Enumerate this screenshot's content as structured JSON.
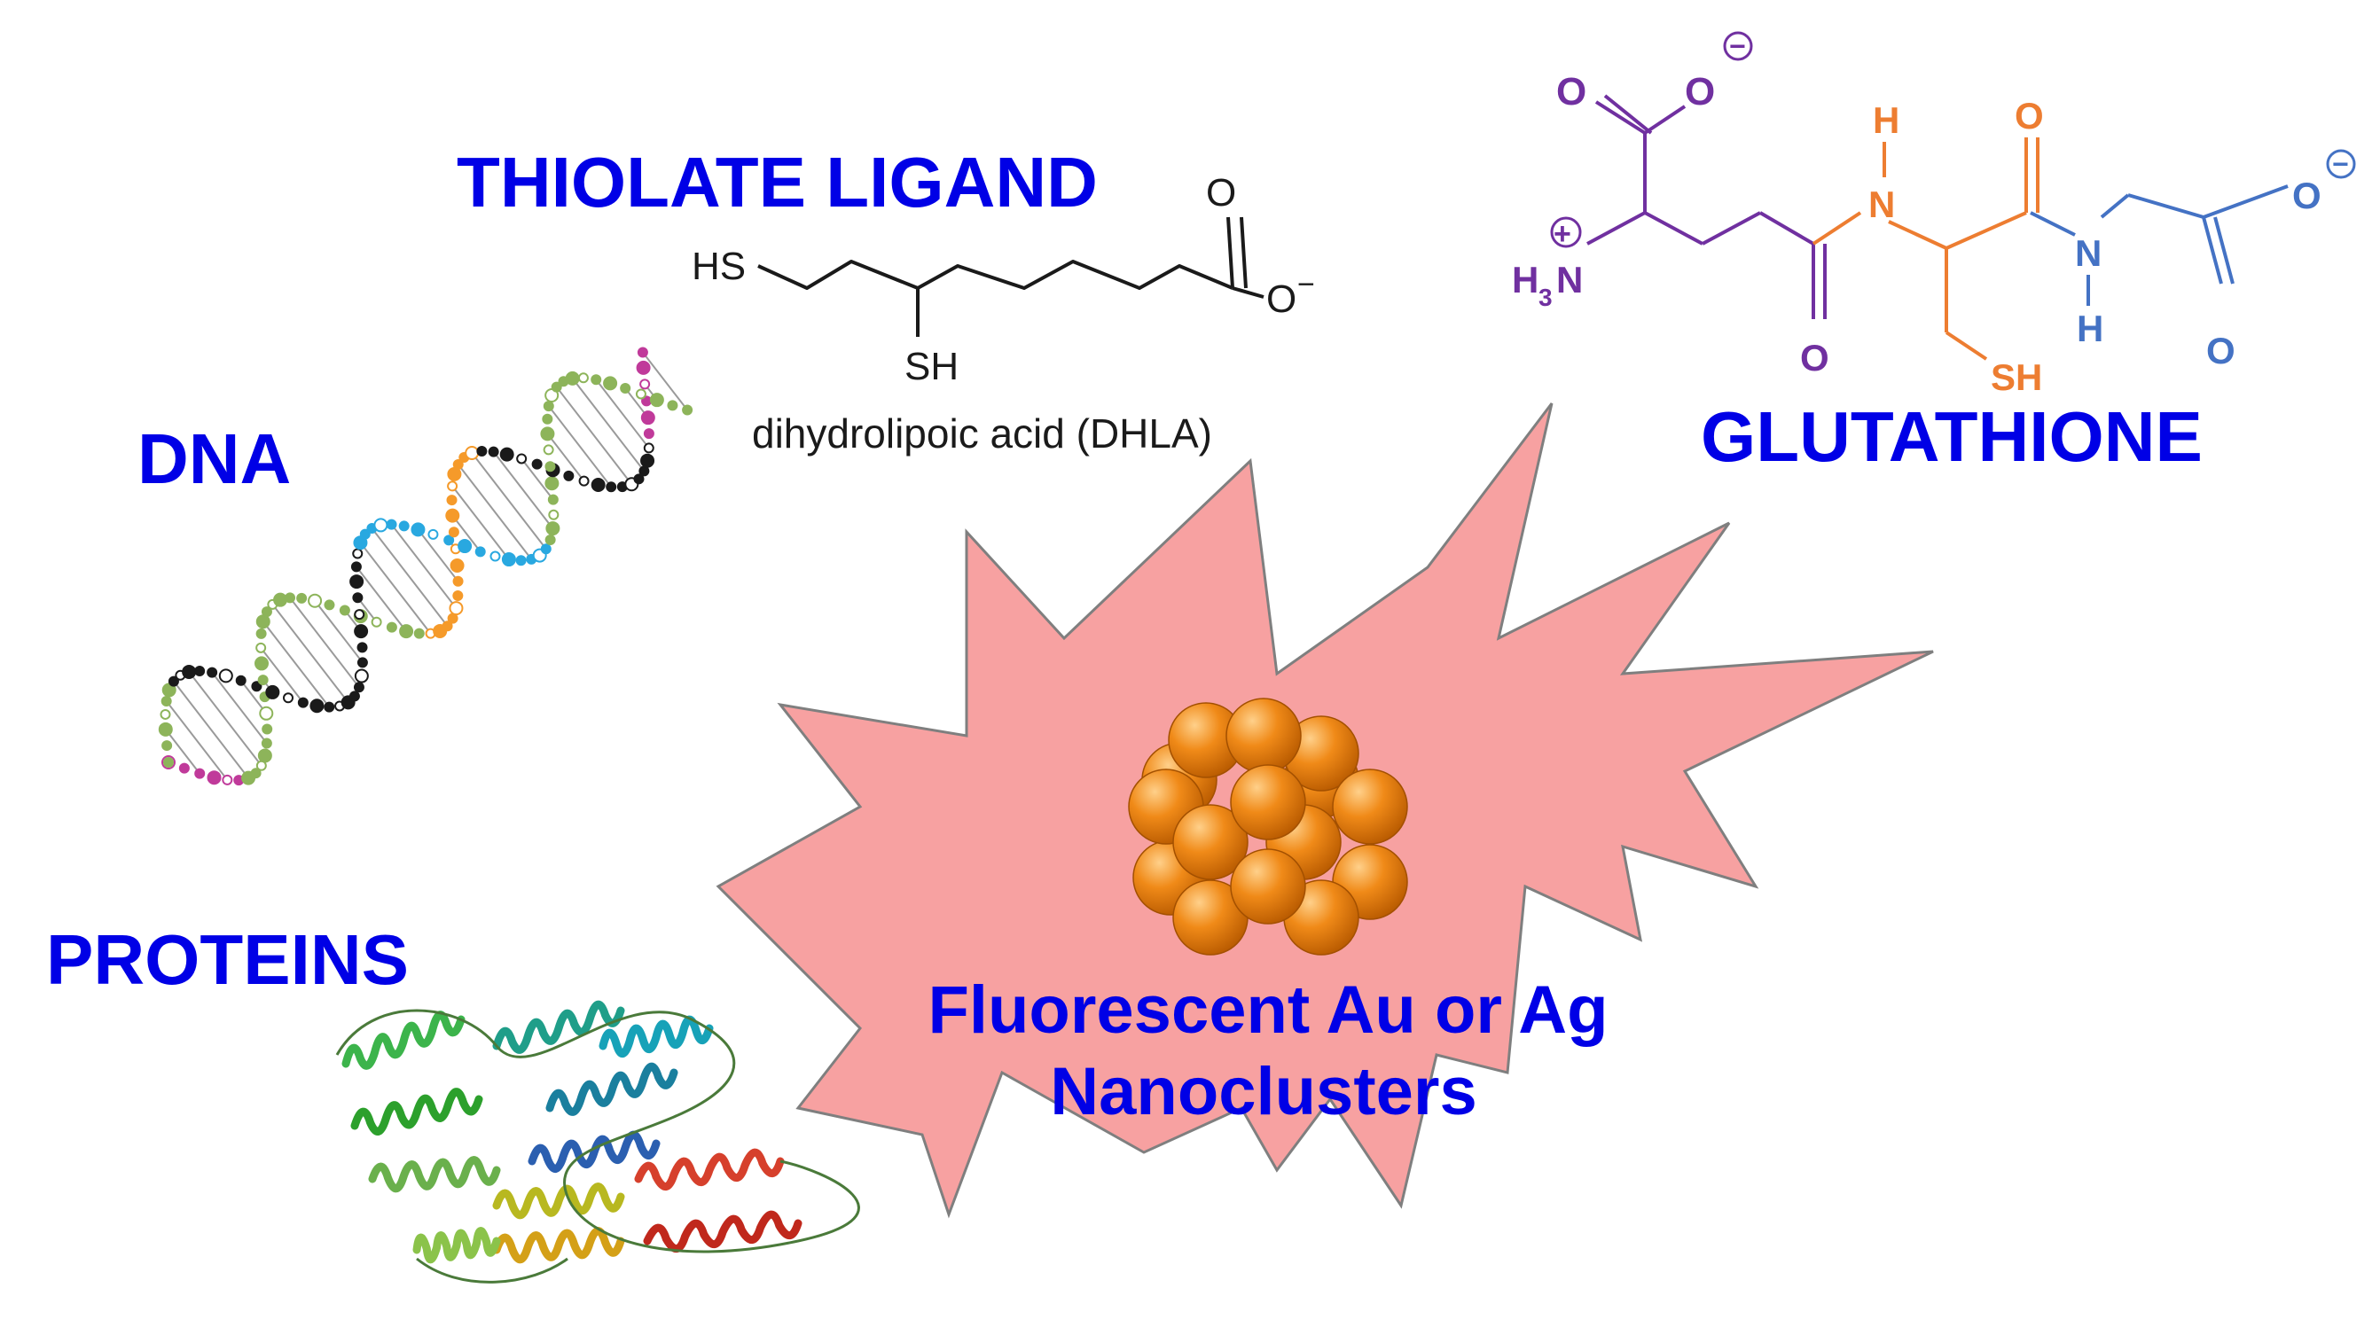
{
  "colors": {
    "label_blue": "#0000e6",
    "starburst_fill": "#f7a1a1",
    "starburst_stroke": "#7f7f7f",
    "gold_sphere": "#f08a18",
    "glu_purple": "#7030a0",
    "cys_orange": "#ed7d31",
    "gly_blue": "#4472c4",
    "dna_green": "#8db45a",
    "dna_orange": "#f59a2a",
    "dna_cyan": "#29a8e0",
    "dna_magenta": "#c03a9a"
  },
  "labels": {
    "thiolate": "THIOLATE LIGAND",
    "dna": "DNA",
    "proteins": "PROTEINS",
    "glutathione": "GLUTATHIONE",
    "center_line1": "Fluorescent Au or Ag",
    "center_line2": "Nanoclusters"
  },
  "dhla": {
    "hs": "HS",
    "sh": "SH",
    "o_top": "O",
    "o_minus": "O",
    "minus": "−",
    "caption": "dihydrolipoic acid (DHLA)"
  },
  "glutathione": {
    "glu_o1": "O",
    "glu_o2": "O",
    "glu_minus": "−",
    "nh3_h": "H",
    "nh3_sub": "3",
    "nh3_n": "N",
    "plus": "+",
    "amide_o1": "O",
    "cys_h": "H",
    "cys_n": "N",
    "cys_o": "O",
    "cys_sh": "SH",
    "gly_n": "N",
    "gly_h": "H",
    "gly_o1": "O",
    "gly_o2": "O",
    "gly_minus": "−"
  }
}
